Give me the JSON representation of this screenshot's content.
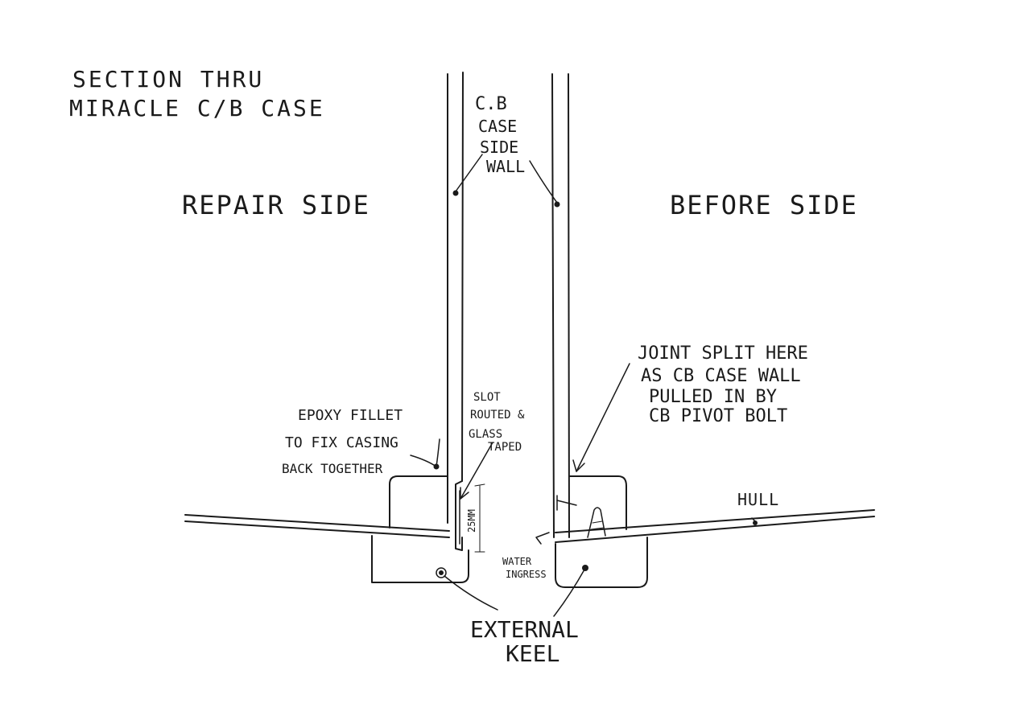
{
  "title": {
    "line1": "SECTION THRU",
    "line2": "MIRACLE C/B CASE"
  },
  "labels": {
    "repair_side": "REPAIR SIDE",
    "before_side": "BEFORE SIDE",
    "cb_case_side_wall": [
      "C.B",
      "CASE",
      "SIDE",
      "WALL"
    ],
    "joint_split": [
      "JOINT SPLIT HERE",
      "AS CB CASE WALL",
      "PULLED IN BY",
      "CB PIVOT BOLT"
    ],
    "epoxy_fillet": [
      "EPOXY FILLET",
      "TO FIX CASING",
      "BACK TOGETHER"
    ],
    "slot": [
      "SLOT",
      "ROUTED &",
      "GLASS",
      "TAPED"
    ],
    "dimension": "25mm",
    "hull": "HULL",
    "water_ingress": [
      "WATER",
      "INGRESS"
    ],
    "external_keel": [
      "EXTERNAL",
      "KEEL"
    ]
  }
}
